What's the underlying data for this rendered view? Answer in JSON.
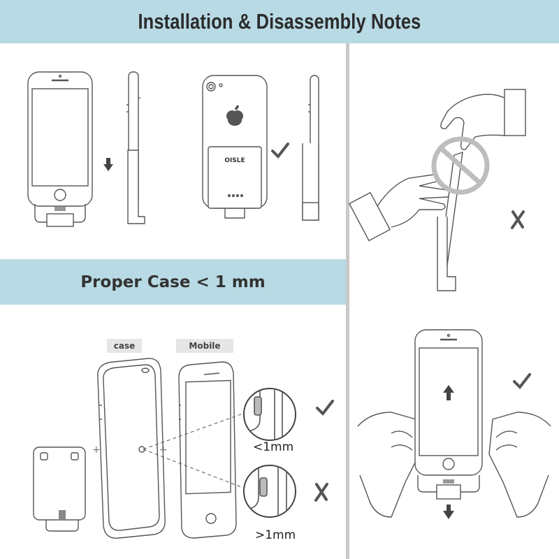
{
  "header": {
    "title": "Installation & Disassembly Notes"
  },
  "band": {
    "title": "Proper Case < 1 mm"
  },
  "case_section": {
    "case_tag": "case",
    "mobile_tag": "Mobile",
    "thin_label": "<1mm",
    "thick_label": ">1mm"
  },
  "brand": {
    "case_logo": "OISLE"
  },
  "colors": {
    "accent_band": "#b8dae4",
    "line": "#555555",
    "divider": "#c9c9c9",
    "prohibit": "#bdbdbd"
  },
  "icons": [
    "check-icon",
    "cross-icon",
    "arrow-down-icon",
    "arrow-up-icon",
    "prohibit-icon",
    "apple-logo-icon"
  ]
}
